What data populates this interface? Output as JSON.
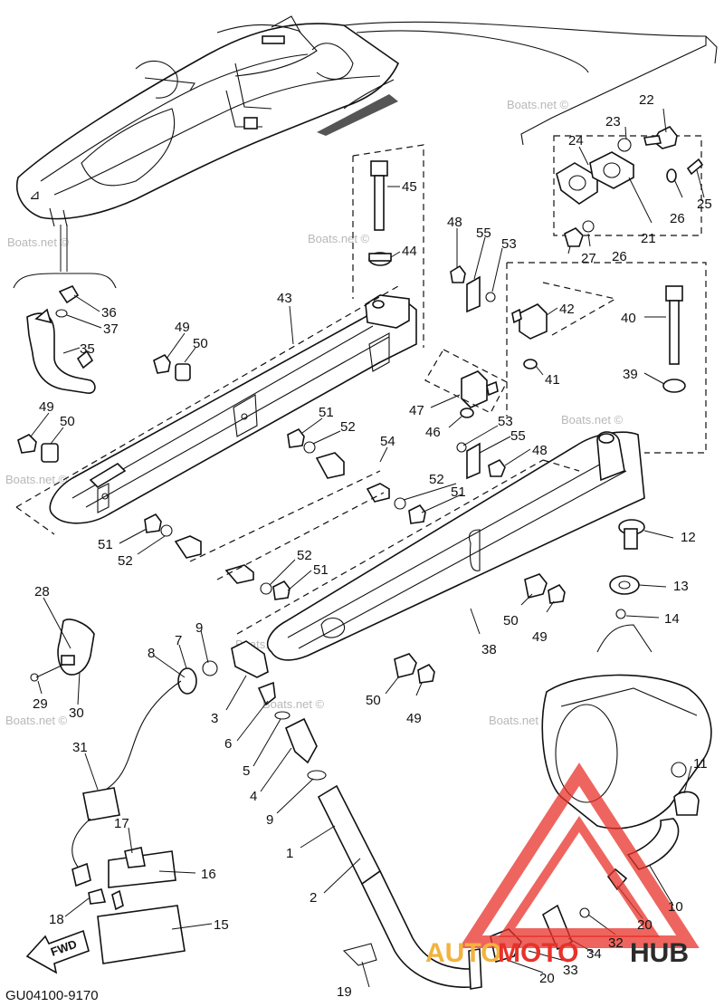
{
  "diagram_code": "GU04100-9170",
  "fwd_label": "FWD",
  "watermark_text": "Boats.net ©",
  "logo": {
    "part1": "AUTO",
    "part2": "MOTO",
    "part3": "HUB",
    "accent_color": "#e8312a",
    "gold_color": "#f2b33d",
    "dark_color": "#2b2b2b"
  },
  "callouts": [
    "1",
    "2",
    "3",
    "4",
    "5",
    "6",
    "7",
    "8",
    "9",
    "9",
    "10",
    "11",
    "12",
    "13",
    "14",
    "15",
    "16",
    "17",
    "18",
    "19",
    "20",
    "20",
    "21",
    "22",
    "23",
    "24",
    "25",
    "26",
    "26",
    "27",
    "28",
    "29",
    "30",
    "31",
    "32",
    "33",
    "34",
    "35",
    "36",
    "37",
    "38",
    "39",
    "40",
    "41",
    "42",
    "43",
    "44",
    "45",
    "46",
    "47",
    "48",
    "48",
    "49",
    "49",
    "49",
    "49",
    "50",
    "50",
    "50",
    "50",
    "51",
    "51",
    "51",
    "51",
    "52",
    "52",
    "52",
    "52",
    "53",
    "53",
    "54",
    "55",
    "55"
  ]
}
